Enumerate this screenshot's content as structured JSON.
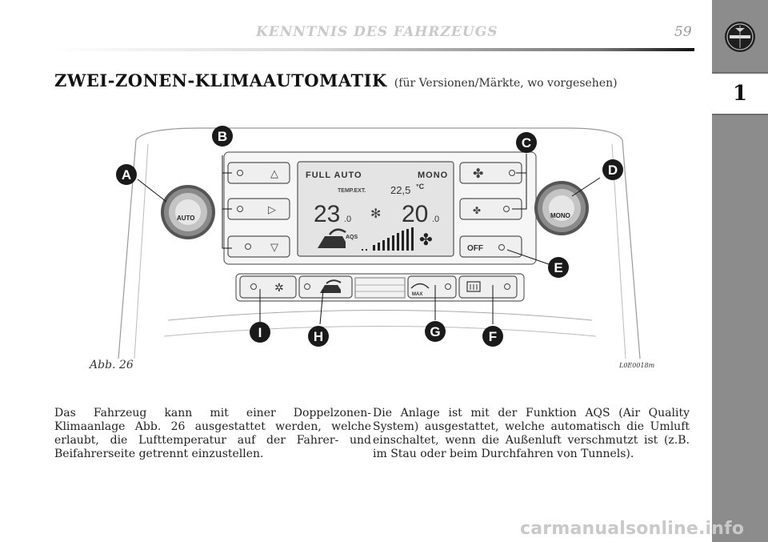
{
  "header": {
    "title": "KENNTNIS DES FAHRZEUGS",
    "page_number": "59"
  },
  "sidebar": {
    "chapter": "1",
    "logo_text": "LANCIA"
  },
  "section": {
    "title": "ZWEI-ZONEN-KLIMAAUTOMATIK",
    "subtitle": "(für Versionen/Märkte, wo vorgesehen)"
  },
  "figure": {
    "caption": "Abb. 26",
    "code": "L0E0018m",
    "display": {
      "full_auto": "FULL AUTO",
      "mono": "MONO",
      "temp_ext_label": "TEMP.EXT.",
      "temp_ext_value": "22,5",
      "temp_unit": "°C",
      "left_temp": "23",
      "left_temp_dec": ".0",
      "right_temp": "20",
      "right_temp_dec": ".0",
      "aqs": "AQS"
    },
    "knob_left_label": "AUTO",
    "knob_right_label": "MONO",
    "off_label": "OFF",
    "max_label": "MAX",
    "callouts": [
      "A",
      "B",
      "C",
      "D",
      "E",
      "F",
      "G",
      "H",
      "I"
    ]
  },
  "body": {
    "left": "Das Fahrzeug kann mit einer Doppelzonen-Klimaanlage Abb. 26 ausgestattet werden, welche erlaubt, die Lufttemperatur auf der Fahrer- und Beifahrerseite getrennt einzustellen.",
    "right": "Die Anlage ist mit der Funktion AQS (Air Quality System) ausgestattet, welche automatisch die Umluft einschaltet, wenn die Außenluft verschmutzt ist (z.B. im Stau oder beim Durchfahren von Tunnels)."
  },
  "watermark": "carmanualsonline.info",
  "colors": {
    "sidebar": "#8c8c8c",
    "callout_circle": "#1a1a1a",
    "display_bg": "#e4e4e4"
  }
}
